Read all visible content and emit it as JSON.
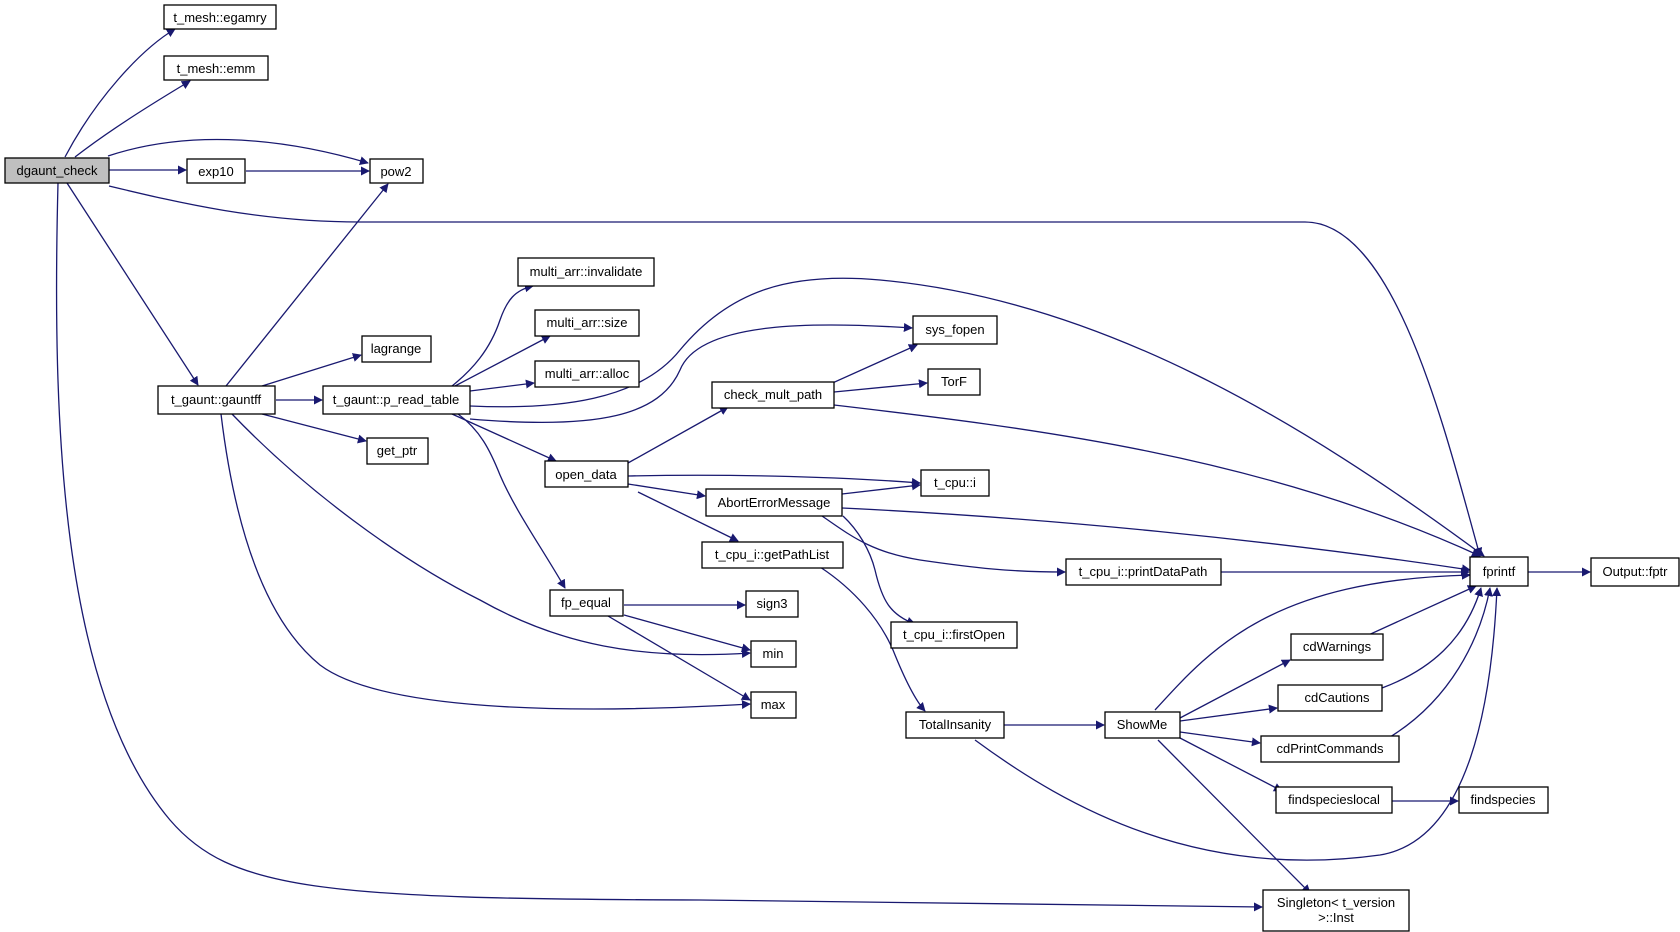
{
  "diagram": {
    "colors": {
      "edge": "#191970",
      "node_border": "#000000",
      "node_fill": "#ffffff",
      "root_fill": "#bfbfbf"
    },
    "nodes": {
      "dgaunt_check": "dgaunt_check",
      "egamry": "t_mesh::egamry",
      "emm": "t_mesh::emm",
      "exp10": "exp10",
      "pow2": "pow2",
      "gauntff": "t_gaunt::gauntff",
      "lagrange": "lagrange",
      "p_read_table": "t_gaunt::p_read_table",
      "get_ptr": "get_ptr",
      "invalidate": "multi_arr::invalidate",
      "size": "multi_arr::size",
      "alloc": "multi_arr::alloc",
      "open_data": "open_data",
      "fp_equal": "fp_equal",
      "sign3": "sign3",
      "min": "min",
      "max": "max",
      "sys_fopen": "sys_fopen",
      "check_mult_path": "check_mult_path",
      "TorF": "TorF",
      "t_cpu_i": "t_cpu::i",
      "AbortErrorMessage": "AbortErrorMessage",
      "getPathList": "t_cpu_i::getPathList",
      "printDataPath": "t_cpu_i::printDataPath",
      "firstOpen": "t_cpu_i::firstOpen",
      "TotalInsanity": "TotalInsanity",
      "ShowMe": "ShowMe",
      "cdWarnings": "cdWarnings",
      "cdCautions": "cdCautions",
      "cdPrintCommands": "cdPrintCommands",
      "findspecieslocal": "findspecieslocal",
      "findspecies": "findspecies",
      "fprintf": "fprintf",
      "Output_fptr": "Output::fptr",
      "Singleton_line1": "Singleton< t_version",
      "Singleton_line2": ">::Inst"
    }
  }
}
